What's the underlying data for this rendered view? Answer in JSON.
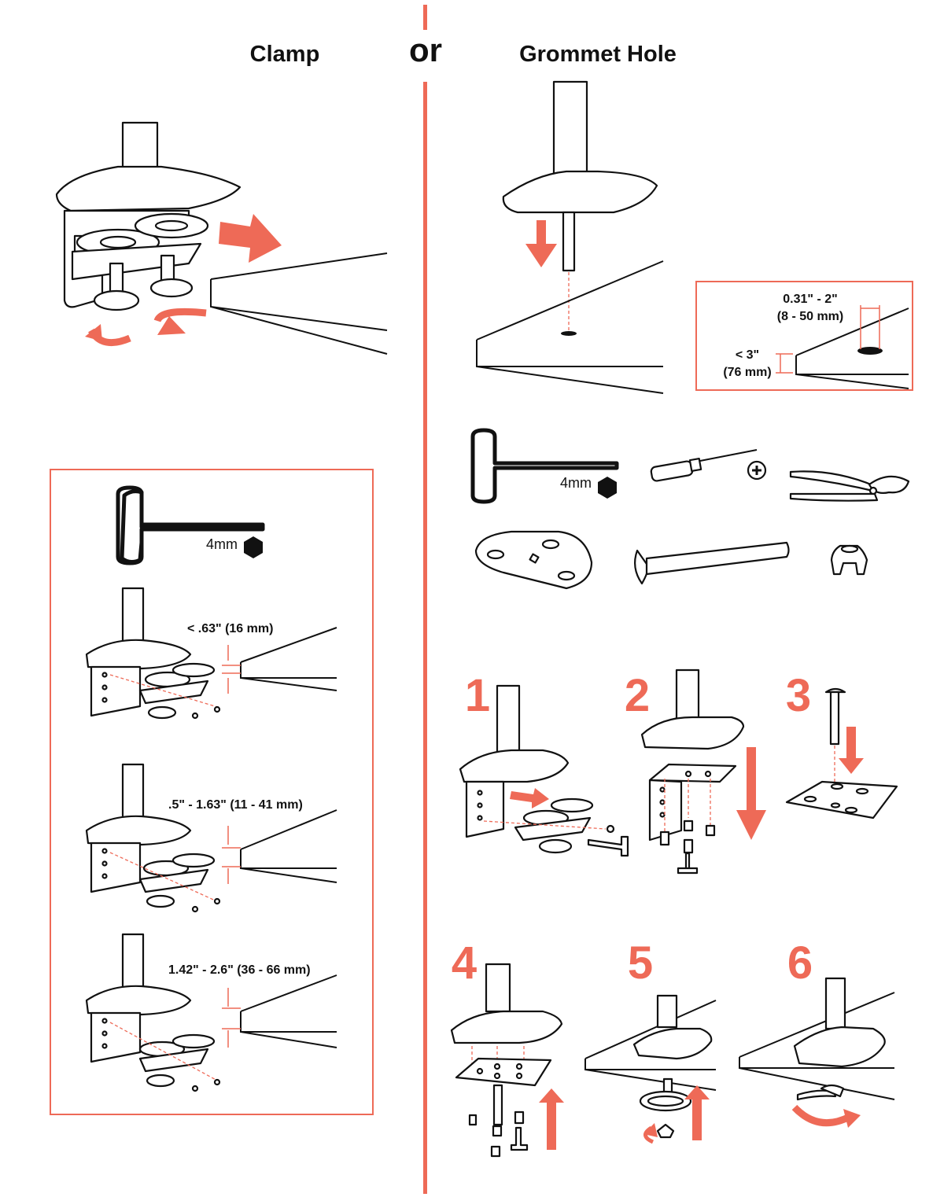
{
  "headers": {
    "clamp": "Clamp",
    "or": "or",
    "grommet": "Grommet Hole"
  },
  "grommet_limits": {
    "hole_range_in": "0.31\" - 2\"",
    "hole_range_mm": "(8 - 50 mm)",
    "max_thickness_in": "< 3\"",
    "max_thickness_mm": "(76 mm)"
  },
  "hex_key": {
    "clamp_size": "4mm",
    "grommet_size": "4mm"
  },
  "clamp_positions": [
    {
      "range": "< .63\" (16 mm)"
    },
    {
      "range": ".5\" - 1.63\" (11 - 41 mm)"
    },
    {
      "range": "1.42\" - 2.6\" (36 - 66 mm)"
    }
  ],
  "steps": [
    "1",
    "2",
    "3",
    "4",
    "5",
    "6"
  ],
  "colors": {
    "accent": "#EE6A57",
    "line": "#111111",
    "background": "#FFFFFF"
  },
  "icons": [
    "hex-key-icon",
    "phillips-screwdriver-icon",
    "pliers-icon",
    "grommet-plate-icon",
    "bolt-icon",
    "wing-nut-icon"
  ]
}
